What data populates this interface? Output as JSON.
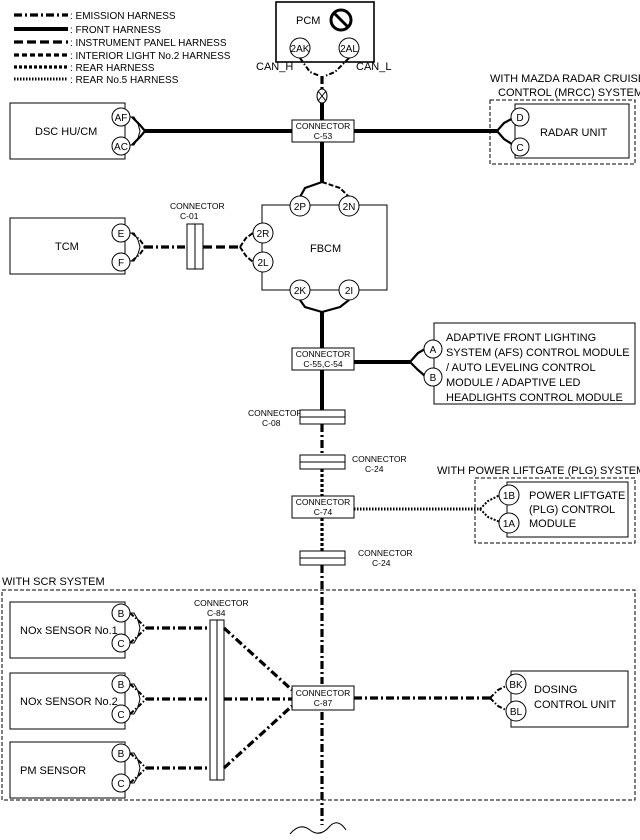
{
  "legend": [
    {
      "style": "emis",
      "label": ": EMISSION HARNESS"
    },
    {
      "style": "front",
      "label": ": FRONT HARNESS"
    },
    {
      "style": "inst",
      "label": ": INSTRUMENT PANEL HARNESS"
    },
    {
      "style": "il2",
      "label": ": INTERIOR LIGHT No.2 HARNESS"
    },
    {
      "style": "rear",
      "label": ": REAR HARNESS"
    },
    {
      "style": "rear5",
      "label": ": REAR No.5 HARNESS"
    }
  ],
  "pcm": {
    "label": "PCM",
    "pin_h": "2AK",
    "pin_l": "2AL",
    "can_h": "CAN_H",
    "can_l": "CAN_L"
  },
  "dsc": {
    "label": "DSC HU/CM",
    "pin1": "AF",
    "pin2": "AC"
  },
  "radar": {
    "group_line1": "WITH MAZDA RADAR CRUISE",
    "group_line2": "CONTROL (MRCC) SYSTEM",
    "label": "RADAR UNIT",
    "pin1": "D",
    "pin2": "C"
  },
  "c53": {
    "line1": "CONNECTOR",
    "line2": "C-53"
  },
  "fbcm": {
    "label": "FBCM",
    "pin_2p": "2P",
    "pin_2n": "2N",
    "pin_2r": "2R",
    "pin_2l": "2L",
    "pin_2k": "2K",
    "pin_2i": "2I"
  },
  "tcm": {
    "label": "TCM",
    "pin1": "E",
    "pin2": "F"
  },
  "c01": {
    "line1": "CONNECTOR",
    "line2": "C-01"
  },
  "c55": {
    "line1": "CONNECTOR",
    "line2": "C-55,C-54"
  },
  "afs": {
    "lines": [
      "ADAPTIVE FRONT LIGHTING",
      "SYSTEM (AFS) CONTROL MODULE",
      "/ AUTO LEVELING CONTROL",
      "MODULE / ADAPTIVE LED",
      "HEADLIGHTS CONTROL MODULE"
    ],
    "pin1": "A",
    "pin2": "B"
  },
  "c08": {
    "line1": "CONNECTOR",
    "line2": "C-08"
  },
  "c24a": {
    "line1": "CONNECTOR",
    "line2": "C-24"
  },
  "plg": {
    "group": "WITH POWER LIFTGATE (PLG) SYSTEM",
    "lines": [
      "POWER LIFTGATE",
      "(PLG) CONTROL",
      "MODULE"
    ],
    "pin1": "1B",
    "pin2": "1A"
  },
  "c74": {
    "line1": "CONNECTOR",
    "line2": "C-74"
  },
  "c24b": {
    "line1": "CONNECTOR",
    "line2": "C-24"
  },
  "scr": {
    "group": "WITH SCR SYSTEM"
  },
  "c84": {
    "line1": "CONNECTOR",
    "line2": "C-84"
  },
  "nox1": {
    "label": "NOx SENSOR No.1",
    "pin1": "B",
    "pin2": "C"
  },
  "nox2": {
    "label": "NOx SENSOR No.2",
    "pin1": "B",
    "pin2": "C"
  },
  "pm": {
    "label": "PM SENSOR",
    "pin1": "B",
    "pin2": "C"
  },
  "c87": {
    "line1": "CONNECTOR",
    "line2": "C-87"
  },
  "dcu": {
    "lines": [
      "DOSING",
      "CONTROL UNIT"
    ],
    "pin1": "BK",
    "pin2": "BL"
  }
}
